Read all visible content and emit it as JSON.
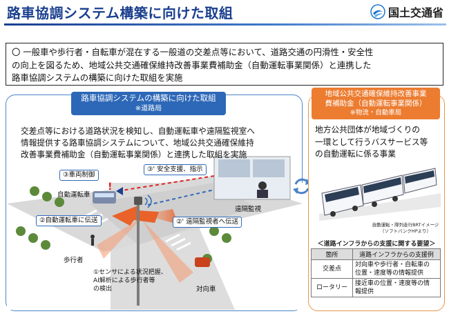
{
  "header": {
    "title": "路車協調システム構築に向けた取組",
    "org": "国土交通省"
  },
  "summary": {
    "line1": "〇 一般車や歩行者・自転車が混在する一般道の交差点等において、道路交通の円滑性・安全性",
    "line2": "の向上を図るため、地域公共交通確保維持改善事業費補助金（自動運転事業関係）と連携した",
    "line3": "路車協調システムの構築に向けた取組を実施"
  },
  "left": {
    "heading": "路車協調システムの構築に向けた取組",
    "heading_sub": "※道路局",
    "desc1": "交差点等における道路状況を検知し、自動運転車や遠隔監視室へ",
    "desc2": "情報提供する路車協調システムについて、地域公共交通確保維持",
    "desc3": "改善事業費補助金（自動運転事業関係）と連携した取組を実施",
    "labels": {
      "step3": "③車両制御",
      "step3b": "③' 安全支援、指示",
      "av": "自動運転車",
      "step2": "②自動運転車に伝送",
      "step2b": "②' 遠隔監視者へ伝送",
      "remote": "遠隔監視",
      "pedestrian": "歩行者",
      "oncoming": "対向車",
      "sensor1": "①センサによる状況把握、",
      "sensor2": "AI解析による歩行者等",
      "sensor3": "の検出"
    }
  },
  "right": {
    "heading1": "地域公共交通確保維持改善事業",
    "heading2": "費補助金（自動運転事業関係）",
    "heading_sub": "※物流・自動車局",
    "desc1": "地方公共団体が地域づくりの",
    "desc2": "一環として行うバスサービス等",
    "desc3": "の自動運転に係る事業",
    "bus_caption1": "自動運転・隊列走行BRTイメージ",
    "bus_caption2": "（ソフトバンクHPより）",
    "req_title": "＜道路インフラからの支援に関する要望＞",
    "table": {
      "col1": "箇所",
      "col2": "道路インフラからの支援例",
      "rows": [
        {
          "place": "交差点",
          "support1": "対向車や歩行者・自転車の",
          "support2": "位置・速度等の情報提供"
        },
        {
          "place": "ロータリー",
          "support1": "接近車の位置・速度等の情",
          "support2": "報提供"
        }
      ]
    }
  },
  "colors": {
    "brand_blue": "#1a3f8f",
    "panel_blue": "#2d68b8",
    "panel_orange": "#ec7c30",
    "alert_red": "#e02020"
  }
}
